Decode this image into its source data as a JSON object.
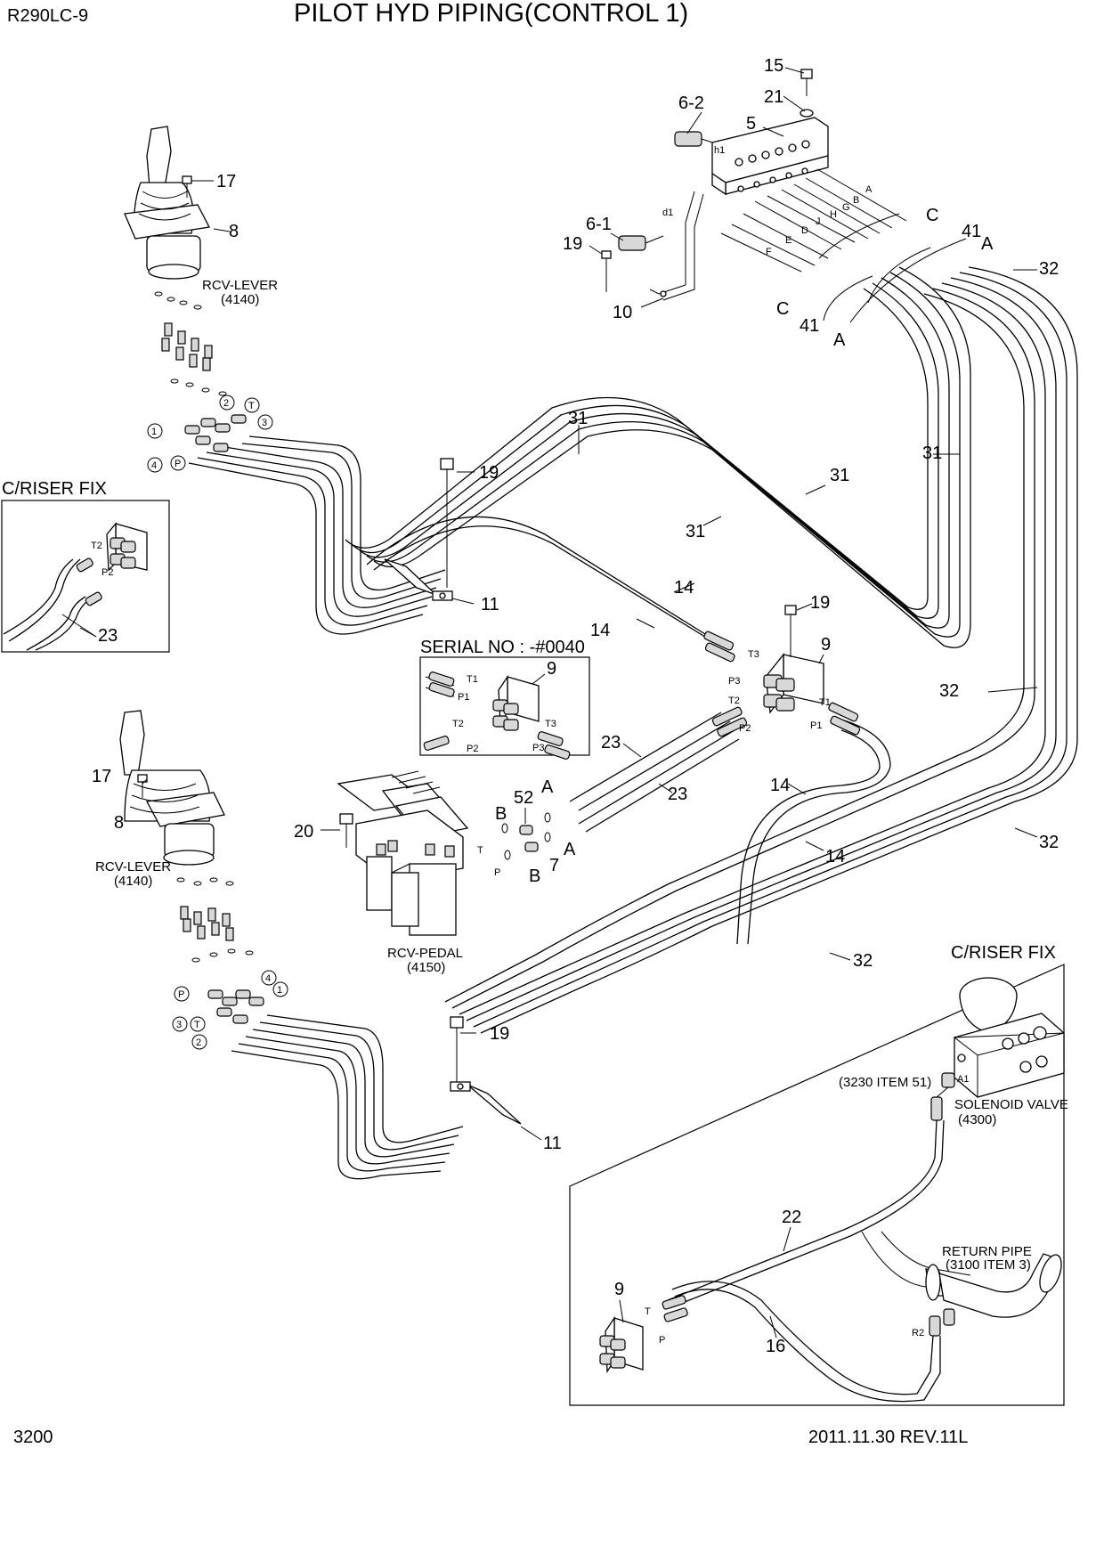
{
  "header": {
    "model": "R290LC-9",
    "title": "PILOT HYD PIPING(CONTROL 1)"
  },
  "footer": {
    "page_number": "3200",
    "revision": "2011.11.30  REV.11L"
  },
  "insets": {
    "riser_fix_left": {
      "title": "C/RISER FIX",
      "labels": [
        "T2",
        "P2"
      ],
      "part": "23"
    },
    "serial": {
      "title": "SERIAL NO : -#0040",
      "part": "9",
      "ports": [
        "T1",
        "P1",
        "T2",
        "P2",
        "T3",
        "P3"
      ]
    },
    "riser_fix_right": {
      "title": "C/RISER FIX",
      "solenoid_label": "SOLENOID VALVE",
      "solenoid_code": "(4300)",
      "ref_item": "(3230 ITEM 51)",
      "a1": "A1",
      "return_pipe": "RETURN PIPE",
      "return_item": "(3100 ITEM 3)",
      "r2": "R2",
      "t": "T",
      "p": "P",
      "parts": [
        "22",
        "9",
        "16"
      ]
    }
  },
  "components": {
    "rcv_lever_top": {
      "name": "RCV-LEVER",
      "code": "(4140)"
    },
    "rcv_lever_bottom": {
      "name": "RCV-LEVER",
      "code": "(4140)"
    },
    "rcv_pedal": {
      "name": "RCV-PEDAL",
      "code": "(4150)"
    }
  },
  "port_circles_top": [
    "1",
    "2",
    "T",
    "3",
    "4",
    "P"
  ],
  "port_circles_bottom": [
    "P",
    "4",
    "1",
    "3",
    "T",
    "2"
  ],
  "manifold_ports": [
    "h1",
    "d1",
    "A",
    "B",
    "G",
    "H",
    "J",
    "D",
    "E",
    "F"
  ],
  "block9_ports": [
    "T3",
    "P3",
    "T2",
    "P2",
    "T1",
    "P1"
  ],
  "pedal_ports": [
    "T",
    "P"
  ],
  "part_numbers": {
    "p15": "15",
    "p21": "21",
    "p6_2": "6-2",
    "p5": "5",
    "p6_1": "6-1",
    "p19a": "19",
    "p10": "10",
    "pC1": "C",
    "pC2": "C",
    "p41a": "41",
    "p41b": "41",
    "pA1": "A",
    "pA2": "A",
    "p32a": "32",
    "p17a": "17",
    "p8a": "8",
    "p31a": "31",
    "p31b": "31",
    "p31c": "31",
    "p31d": "31",
    "p19b": "19",
    "p11a": "11",
    "p14a": "14",
    "p14b": "14",
    "p19c": "19",
    "p9": "9",
    "p32b": "32",
    "p23a": "23",
    "p23b": "23",
    "p14c": "14",
    "p14d": "14",
    "p32c": "32",
    "p52": "52",
    "pA3": "A",
    "pB1": "B",
    "pA4": "A",
    "p7": "7",
    "pB2": "B",
    "p20": "20",
    "p17b": "17",
    "p8b": "8",
    "p19d": "19",
    "p11b": "11",
    "p32d": "32"
  }
}
